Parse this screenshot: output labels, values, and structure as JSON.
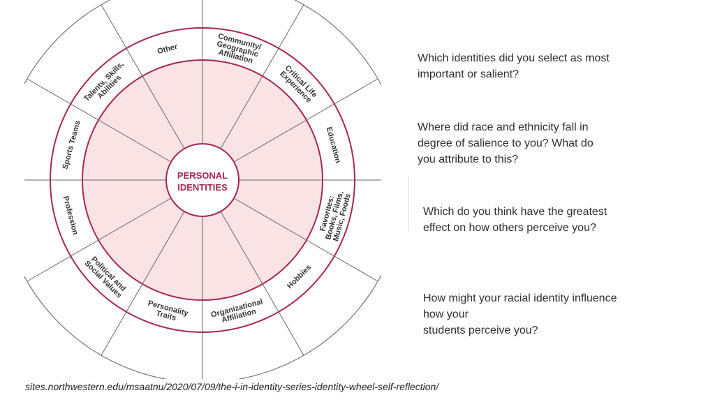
{
  "wheel": {
    "center_line1": "PERSONAL",
    "center_line2": "IDENTITIES",
    "segments": [
      {
        "lines": [
          "Other"
        ]
      },
      {
        "lines": [
          "Community/",
          "Geographic",
          "Affiliation"
        ]
      },
      {
        "lines": [
          "Critical Life",
          "Experience"
        ]
      },
      {
        "lines": [
          "Education"
        ]
      },
      {
        "lines": [
          "Favorites:",
          "Books, Films,",
          "Music, Foods"
        ]
      },
      {
        "lines": [
          "Hobbies"
        ]
      },
      {
        "lines": [
          "Organizational",
          "Affiliation"
        ]
      },
      {
        "lines": [
          "Personality",
          "Traits"
        ]
      },
      {
        "lines": [
          "Political and",
          "Social Values"
        ]
      },
      {
        "lines": [
          "Profession"
        ]
      },
      {
        "lines": [
          "Sports Teams"
        ]
      },
      {
        "lines": [
          "Talents, Skills,",
          "Abilities"
        ]
      }
    ],
    "colors": {
      "accent": "#a8264f",
      "fill": "#f9e3e4",
      "spoke": "#666666"
    }
  },
  "questions": [
    {
      "text": "Which identities did you select as most\nimportant or salient?"
    },
    {
      "text": "Where did race and ethnicity fall in\ndegree of salience to you? What do\nyou attribute to this?"
    },
    {
      "text": "Which do you think have the greatest\neffect on how others perceive you?"
    },
    {
      "text": "How might your racial identity influence\nhow your\nstudents perceive you?"
    }
  ],
  "source": "sites.northwestern.edu/msaatnu/2020/07/09/the-i-in-identity-series-identity-wheel-self-reflection/"
}
